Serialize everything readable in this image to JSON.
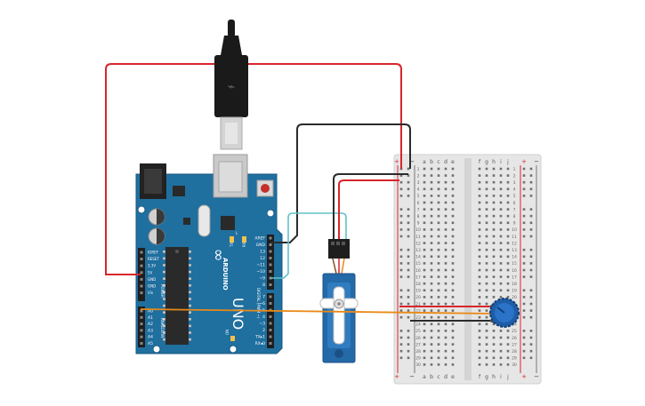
{
  "canvas": {
    "background": "#ffffff"
  },
  "colors": {
    "wire_red": "#d8262c",
    "wire_black": "#2b2b2b",
    "wire_orange": "#e98a17",
    "wire_cyan": "#5fc3c8",
    "board_blue": "#1f6f9f",
    "breadboard": "#e6e6e6",
    "servo_blue": "#2469a8",
    "pot_blue": "#1e5da8"
  },
  "arduino": {
    "brand": "ARDUINO",
    "model": "UNO",
    "logo_glyph": "∞",
    "power_header_title": "POWER",
    "analog_header_title": "ANALOG IN",
    "digital_header_title": "DIGITAL (PWM ~)",
    "on_label": "ON",
    "tx_label": "TX",
    "rx_label": "RX",
    "l_label": "L",
    "power_pins": [
      "IOREF",
      "RESET",
      "3.3V",
      "5V",
      "GND",
      "GND",
      "Vin"
    ],
    "analog_pins": [
      "A0",
      "A1",
      "A2",
      "A3",
      "A4",
      "A5"
    ],
    "digital_top_pins": [
      "AREF",
      "GND",
      "13",
      "12",
      "~11",
      "~10",
      "~9",
      "8"
    ],
    "digital_bottom_pins": [
      "7",
      "~6",
      "~5",
      "4",
      "~3",
      "2",
      "TX▸1",
      "RX◂0"
    ]
  },
  "breadboard": {
    "col_letters_left": [
      "a",
      "b",
      "c",
      "d",
      "e"
    ],
    "col_letters_right": [
      "f",
      "g",
      "h",
      "i",
      "j"
    ],
    "rail_plus": "+",
    "rail_minus": "−",
    "row_numbers": [
      "1",
      "2",
      "3",
      "4",
      "5",
      "6",
      "7",
      "8",
      "9",
      "10",
      "11",
      "12",
      "13",
      "14",
      "15",
      "16",
      "17",
      "18",
      "19",
      "20",
      "21",
      "22",
      "23",
      "24",
      "25",
      "26",
      "27",
      "28",
      "29",
      "30"
    ]
  },
  "servo": {
    "name": "Micro Servo"
  },
  "potentiometer": {
    "name": "Potentiometer"
  },
  "usb": {
    "name": "USB cable"
  }
}
